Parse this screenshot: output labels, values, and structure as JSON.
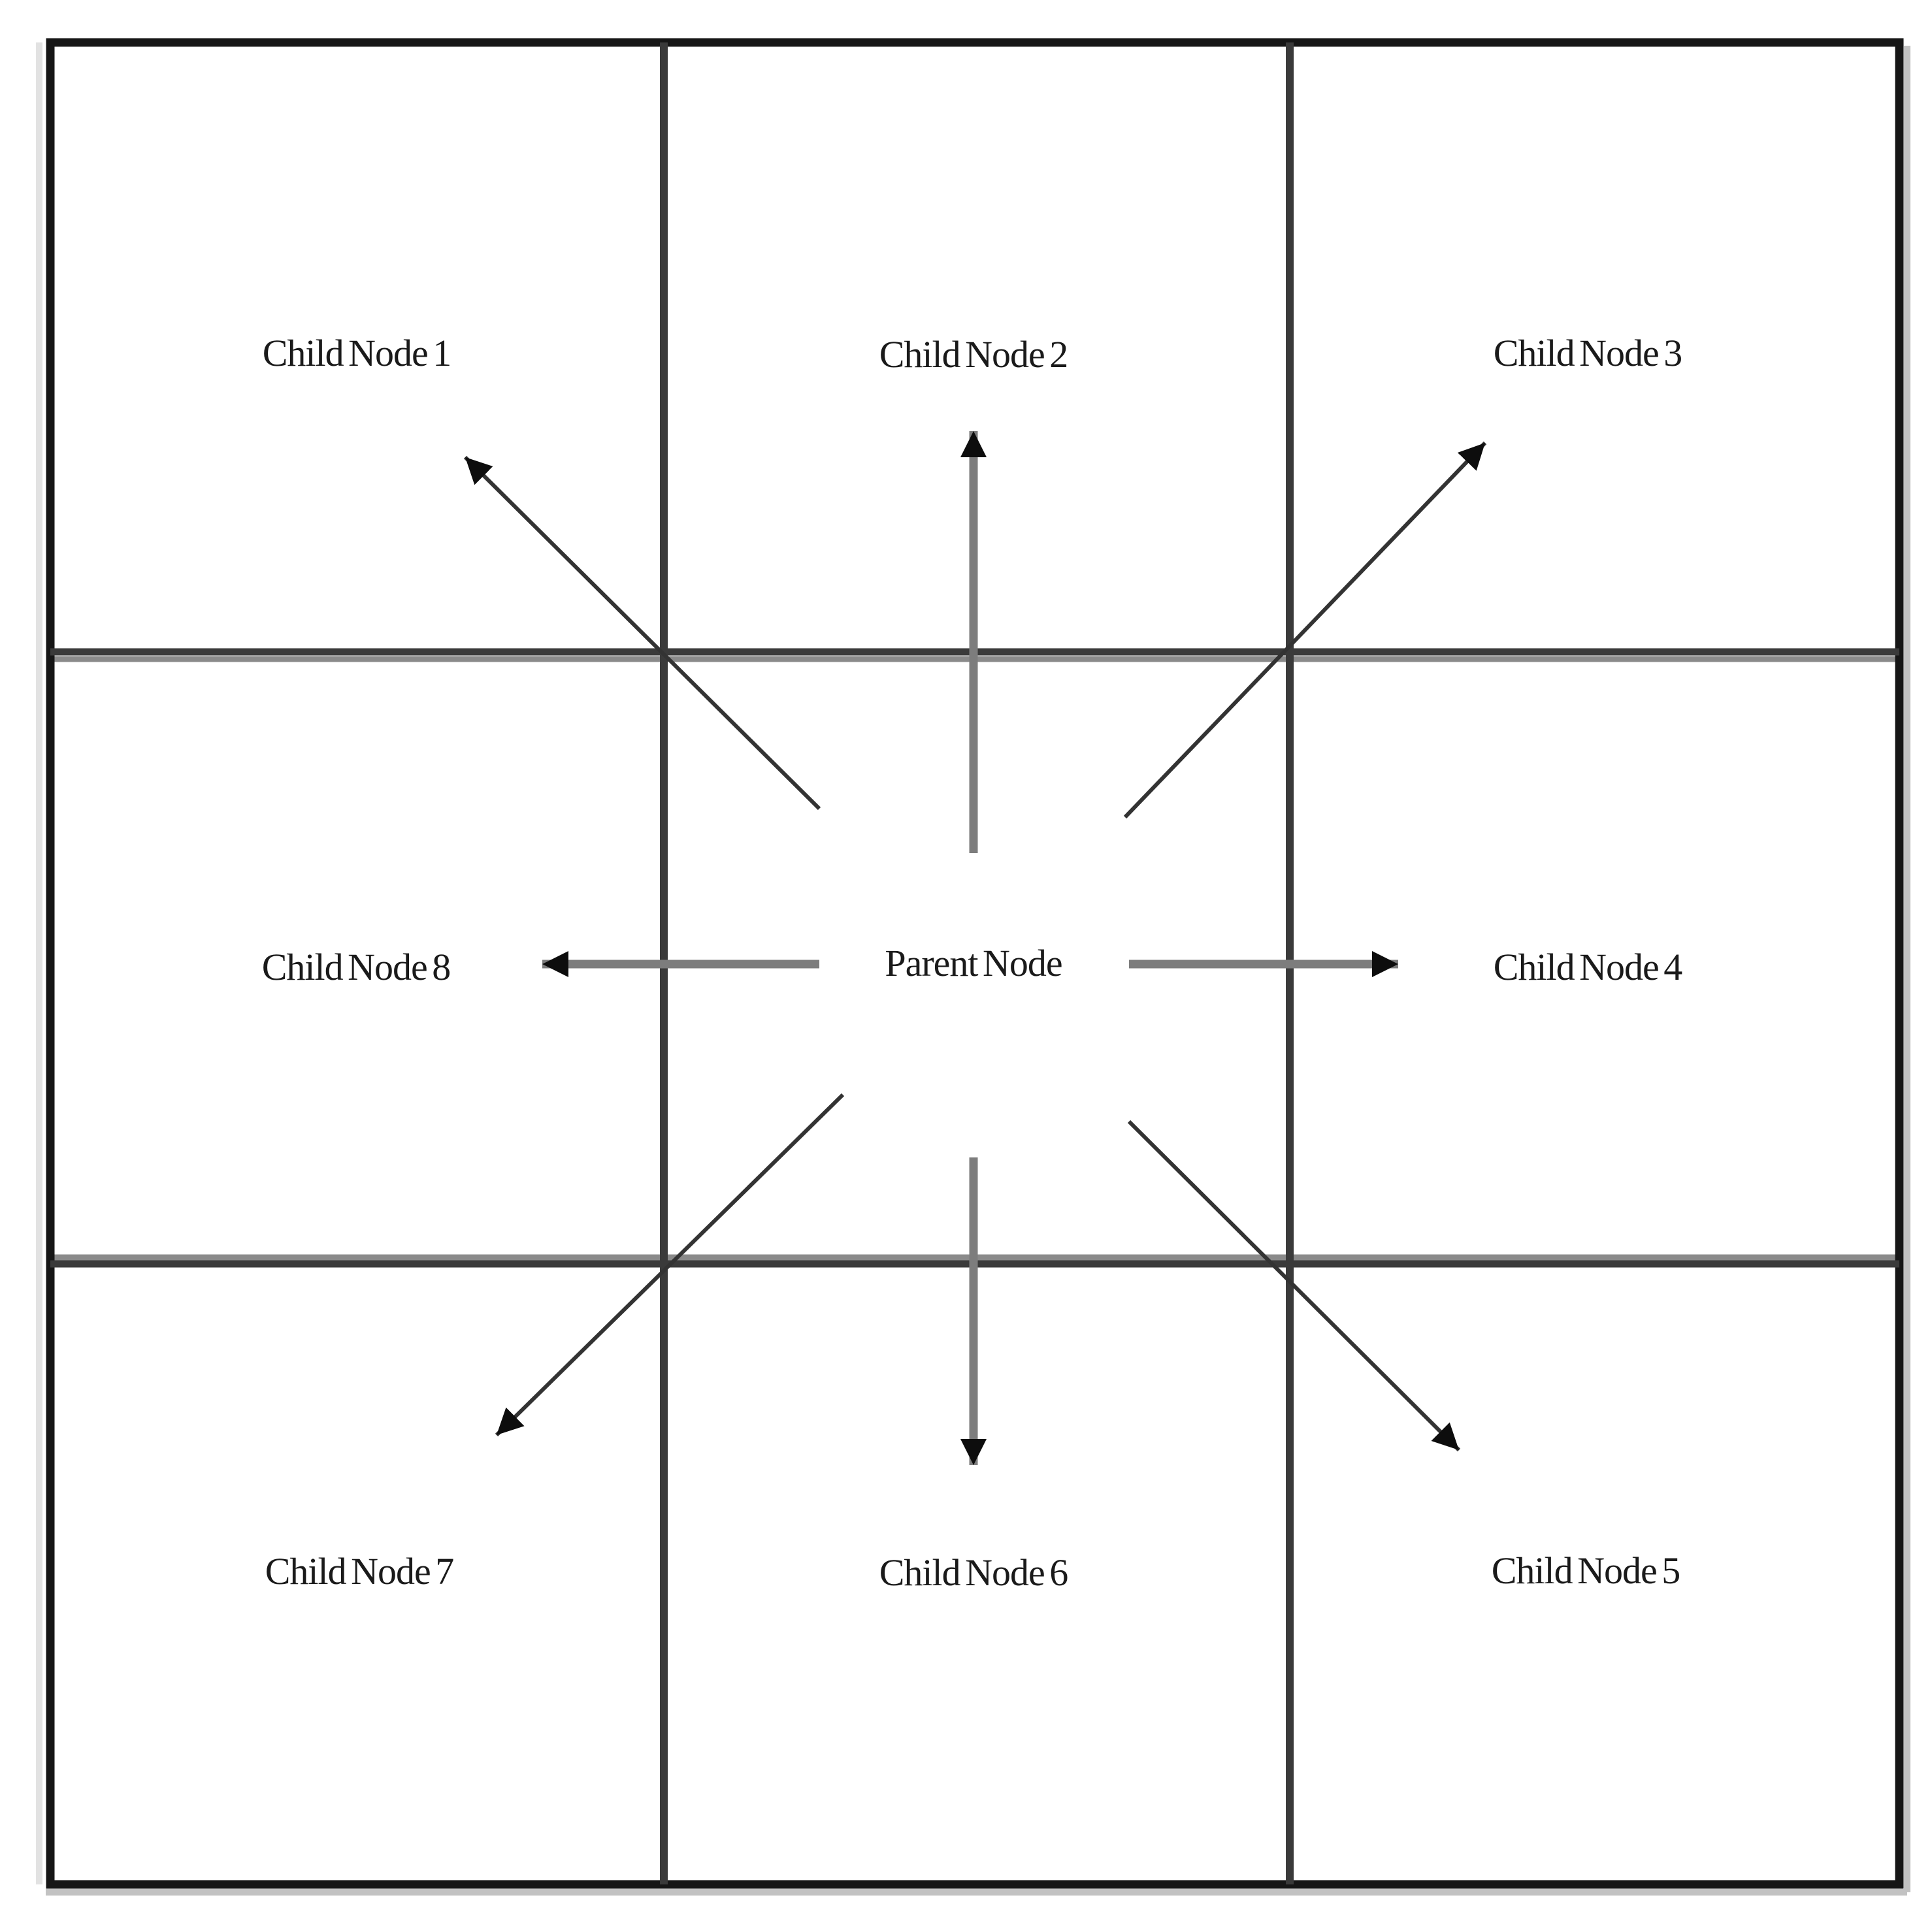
{
  "colors": {
    "background": "#ffffff",
    "outer_border": "#161616",
    "grid_line": "#3a3a3a",
    "ghost_line": "#8a8a8a",
    "edge_shadow": "#c2c2c2",
    "orthogonal_arrow": "#7d7d7d",
    "diagonal_arrow": "#333333",
    "arrowhead": "#0d0d0d",
    "label_text": "#1a1a1a"
  },
  "diagram": {
    "parent": {
      "label": "Parent Node",
      "position": "center"
    },
    "children": [
      {
        "label": "Child Node 1",
        "position": "top-left",
        "arrow_from_parent": "up-left",
        "arrow_style": "thin-diagonal"
      },
      {
        "label": "Child Node 2",
        "position": "top-center",
        "arrow_from_parent": "up",
        "arrow_style": "thick-gray"
      },
      {
        "label": "Child Node 3",
        "position": "top-right",
        "arrow_from_parent": "up-right",
        "arrow_style": "thin-diagonal"
      },
      {
        "label": "Child Node 4",
        "position": "middle-right",
        "arrow_from_parent": "right",
        "arrow_style": "thick-gray"
      },
      {
        "label": "Child Node 5",
        "position": "bottom-right",
        "arrow_from_parent": "down-right",
        "arrow_style": "thin-diagonal"
      },
      {
        "label": "Child Node 6",
        "position": "bottom-center",
        "arrow_from_parent": "down",
        "arrow_style": "thick-gray"
      },
      {
        "label": "Child Node 7",
        "position": "bottom-left",
        "arrow_from_parent": "down-left",
        "arrow_style": "thin-diagonal"
      },
      {
        "label": "Child Node 8",
        "position": "middle-left",
        "arrow_from_parent": "left",
        "arrow_style": "thick-gray"
      }
    ],
    "grid": {
      "rows": 3,
      "cols": 3,
      "cell_labels": [
        [
          "Child Node 1",
          "Child Node 2",
          "Child Node 3"
        ],
        [
          "Child Node 8",
          "Parent Node",
          "Child Node 4"
        ],
        [
          "Child Node 7",
          "Child Node 6",
          "Child Node 5"
        ]
      ]
    }
  }
}
